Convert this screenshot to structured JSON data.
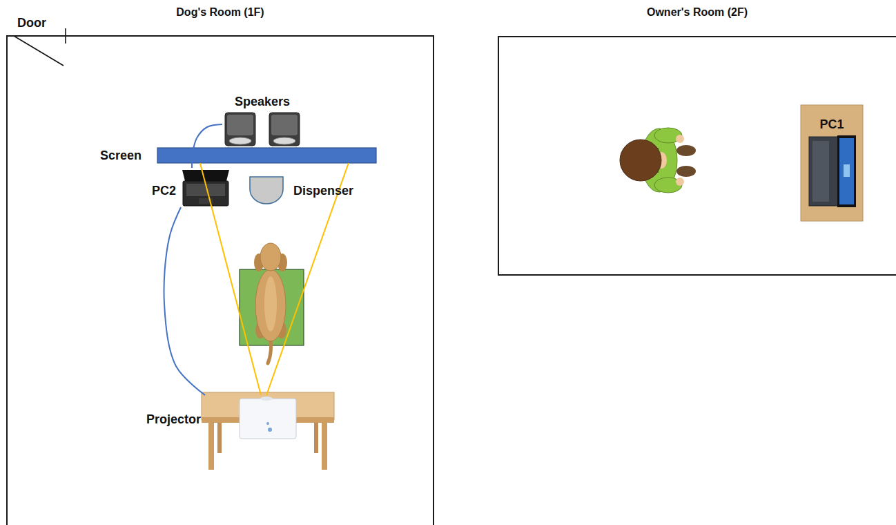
{
  "diagram": {
    "nodes": [
      {
        "text": [
          "Dog's Room (1F)"
        ]
      },
      {
        "text": [
          "Door"
        ],
        "in": 0
      },
      {
        "text": [
          "Speakers"
        ],
        "in": 0
      },
      {
        "text": [
          "Screen"
        ],
        "in": 0
      },
      {
        "text": [
          "PC2"
        ],
        "in": 0
      },
      {
        "text": [
          "Dispenser"
        ],
        "in": 0
      },
      {
        "text": [
          "Projector"
        ],
        "in": 0
      },
      {
        "text": [
          "Owner's Room (2F)"
        ]
      },
      {
        "text": [
          "PC1"
        ],
        "in": 7
      }
    ],
    "edges": [
      {
        "from": 2,
        "to": 4,
        "arrow": "none"
      },
      {
        "from": 4,
        "to": 6,
        "arrow": "none"
      },
      {
        "from": 6,
        "to": 3,
        "arrow": "none"
      },
      {
        "from": 6,
        "to": 3,
        "arrow": "none"
      }
    ]
  }
}
